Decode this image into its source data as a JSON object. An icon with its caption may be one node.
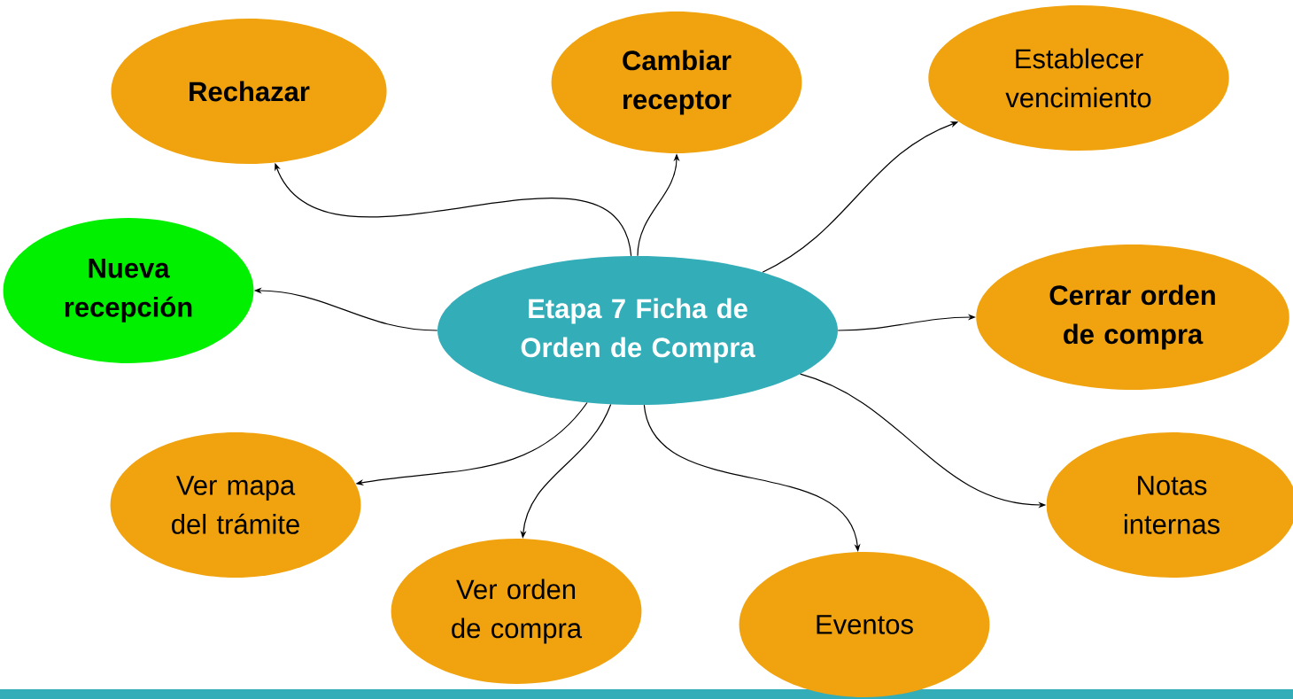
{
  "diagram": {
    "nodes": [
      {
        "text": [
          "Rechazar"
        ]
      },
      {
        "text": [
          "Cambiar receptor"
        ]
      },
      {
        "text": [
          "Establecer vencimiento"
        ]
      },
      {
        "text": [
          "Nueva recepción"
        ]
      },
      {
        "text": [
          "Etapa 7 Ficha de Orden de Compra"
        ]
      },
      {
        "text": [
          "Cerrar orden de compra"
        ]
      },
      {
        "text": [
          "Ver mapa del trámite"
        ]
      },
      {
        "text": [
          "Notas internas"
        ]
      },
      {
        "text": [
          "Ver  orden de compra"
        ]
      },
      {
        "text": [
          "Eventos"
        ]
      }
    ],
    "edges": [
      {
        "from": 4,
        "to": 0,
        "arrow": "to"
      },
      {
        "from": 4,
        "to": 1,
        "arrow": "to"
      },
      {
        "from": 4,
        "to": 2,
        "arrow": "to"
      },
      {
        "from": 4,
        "to": 3,
        "arrow": "to"
      },
      {
        "from": 4,
        "to": 5,
        "arrow": "to"
      },
      {
        "from": 4,
        "to": 6,
        "arrow": "to"
      },
      {
        "from": 4,
        "to": 7,
        "arrow": "to"
      },
      {
        "from": 4,
        "to": 8,
        "arrow": "to"
      },
      {
        "from": 4,
        "to": 9,
        "arrow": "to"
      }
    ]
  }
}
